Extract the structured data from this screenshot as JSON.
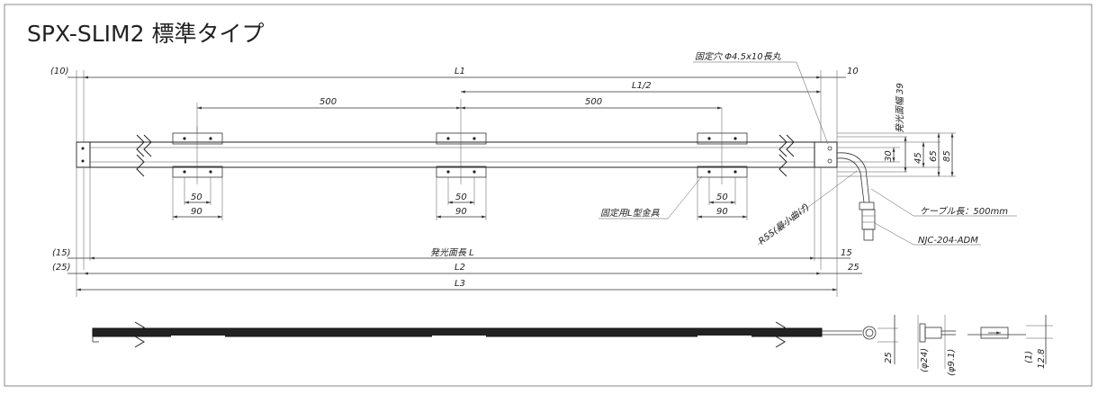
{
  "title": "SPX-SLIM2 標準タイプ",
  "dims": {
    "l1_left": "(10)",
    "l1": "L1",
    "l1_right": "10",
    "fixing_hole": "固定穴 Φ4.5x10長丸",
    "l1_half": "L1/2",
    "pitch_left": "500",
    "pitch_right": "500",
    "width_emit": "発光面幅 39",
    "w45": "45",
    "w65": "65",
    "w85": "85",
    "w30": "30",
    "bracket_50": "50",
    "bracket_90": "90",
    "bracket_label": "固定用L型金具",
    "cable_length": "ケーブル長：500mm",
    "bend_radius": "R55(最小曲げ)",
    "connector": "NJC-204-ADM",
    "emit_left": "(15)",
    "emit_len": "発光面長 L",
    "emit_right": "15",
    "l2_left": "(25)",
    "l2": "L2",
    "l2_right": "25",
    "l3": "L3",
    "side_25": "25",
    "dia_24": "(φ24)",
    "dia_91": "(φ9.1)",
    "t_1": "(1)",
    "t_128": "12.8"
  }
}
